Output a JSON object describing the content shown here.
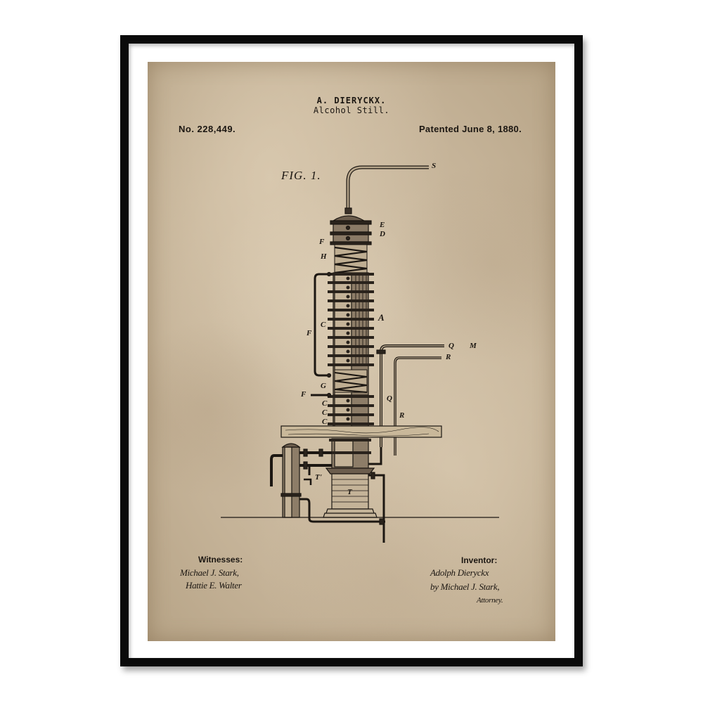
{
  "header": {
    "inventor_name": "A. DIERYCKX.",
    "title": "Alcohol Still.",
    "patent_number": "No. 228,449.",
    "patent_date": "Patented June 8, 1880."
  },
  "figure": {
    "label": "FIG. 1.",
    "part_labels": {
      "S": "S",
      "E": "E",
      "D": "D",
      "F_top": "F",
      "H": "H",
      "A": "A",
      "F_left": "F",
      "C_mid": "C",
      "Q_top": "Q",
      "M": "M",
      "R_top": "R",
      "G": "G",
      "F_low": "F",
      "C1": "C",
      "C2": "C",
      "C3": "C",
      "Q_side": "Q",
      "R_side": "R",
      "T_prime": "T'",
      "T": "T"
    }
  },
  "witnesses": {
    "heading": "Witnesses:",
    "signatures": [
      "Michael J. Stark,",
      "Hattie E. Walter"
    ]
  },
  "inventor": {
    "heading": "Inventor:",
    "signature": "Adolph Dieryckx",
    "by_line": "by Michael J. Stark,",
    "role": "Attorney."
  },
  "colors": {
    "frame": "#0a0a0a",
    "mat": "#ffffff",
    "paper": "#c9b89d",
    "ink": "#1c1712"
  }
}
